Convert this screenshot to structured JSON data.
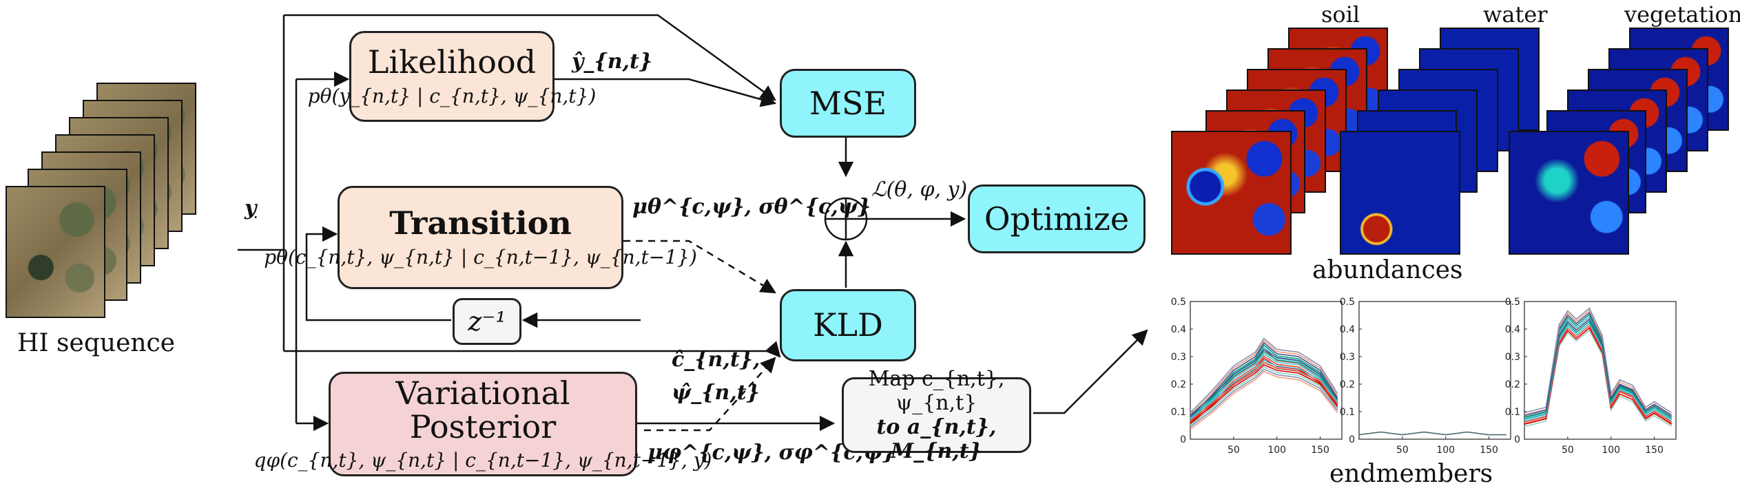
{
  "boxes": {
    "likelihood_title": "Likelihood",
    "likelihood_eq": "pθ(y_{n,t} | c_{n,t}, ψ_{n,t})",
    "transition_title": "Transition",
    "transition_eq": "pθ(c_{n,t}, ψ_{n,t} | c_{n,t−1}, ψ_{n,t−1})",
    "posterior_title": "Variational Posterior",
    "posterior_eq": "qφ(c_{n,t}, ψ_{n,t} | c_{n,t−1}, ψ_{n,t−1}, y)",
    "mse": "MSE",
    "kld": "KLD",
    "optimize": "Optimize",
    "delay": "z⁻¹",
    "map_line1": "Map c_{n,t}, ψ_{n,t}",
    "map_line2": "to a_{n,t}, M_{n,t}",
    "oplus": "⊕"
  },
  "labels": {
    "hi_sequence": "HI sequence",
    "y_input": "y",
    "y_hat": "ŷ_{n,t}",
    "transition_params": "μθ^{c,ψ}, σθ^{c,ψ}",
    "posterior_params": "μφ^{c,ψ}, σφ^{c,ψ}",
    "c_hat": "ĉ_{n,t},",
    "psi_hat": "ψ̂_{n,t}",
    "loss": "ℒ(θ, φ, y)",
    "soil": "soil",
    "water": "water",
    "vegetation": "vegetation",
    "abundances": "abundances",
    "endmembers": "endmembers"
  },
  "chart_data": [
    {
      "type": "line",
      "title": "",
      "xlabel": "",
      "ylabel": "",
      "xlim": [
        0,
        175
      ],
      "ylim": [
        0,
        0.5
      ],
      "xticks": [
        "50",
        "100",
        "150"
      ],
      "yticks": [
        "0",
        "0.1",
        "0.2",
        "0.3",
        "0.4",
        "0.5"
      ],
      "x": [
        0,
        25,
        50,
        75,
        85,
        100,
        125,
        150,
        170
      ],
      "series": [
        {
          "values": [
            0.08,
            0.16,
            0.25,
            0.3,
            0.35,
            0.31,
            0.3,
            0.25,
            0.15
          ]
        },
        {
          "values": [
            0.07,
            0.14,
            0.22,
            0.27,
            0.31,
            0.28,
            0.27,
            0.22,
            0.13
          ]
        },
        {
          "values": [
            0.06,
            0.12,
            0.19,
            0.24,
            0.27,
            0.25,
            0.24,
            0.2,
            0.12
          ]
        }
      ]
    },
    {
      "type": "line",
      "title": "",
      "xlabel": "",
      "ylabel": "",
      "xlim": [
        0,
        175
      ],
      "ylim": [
        0,
        0.5
      ],
      "xticks": [
        "50",
        "100",
        "150"
      ],
      "yticks": [
        "0",
        "0.1",
        "0.2",
        "0.3",
        "0.4",
        "0.5"
      ],
      "x": [
        0,
        25,
        50,
        75,
        100,
        125,
        150,
        170
      ],
      "series": [
        {
          "values": [
            0.02,
            0.03,
            0.02,
            0.03,
            0.02,
            0.03,
            0.02,
            0.02
          ]
        }
      ]
    },
    {
      "type": "line",
      "title": "",
      "xlabel": "",
      "ylabel": "",
      "xlim": [
        0,
        175
      ],
      "ylim": [
        0,
        0.5
      ],
      "xticks": [
        "50",
        "100",
        "150"
      ],
      "yticks": [
        "0",
        "0.1",
        "0.2",
        "0.3",
        "0.4",
        "0.5"
      ],
      "x": [
        0,
        25,
        40,
        50,
        60,
        75,
        90,
        100,
        110,
        125,
        140,
        150,
        170
      ],
      "series": [
        {
          "values": [
            0.08,
            0.1,
            0.4,
            0.45,
            0.42,
            0.46,
            0.36,
            0.15,
            0.2,
            0.18,
            0.1,
            0.12,
            0.08
          ]
        },
        {
          "values": [
            0.07,
            0.09,
            0.36,
            0.41,
            0.38,
            0.42,
            0.33,
            0.13,
            0.18,
            0.16,
            0.09,
            0.11,
            0.07
          ]
        }
      ]
    }
  ],
  "colors": {
    "peach": "#fbe5d6",
    "pink": "#f5d3d5",
    "cyan": "#8ff4fb",
    "grey": "#f5f5f5"
  }
}
